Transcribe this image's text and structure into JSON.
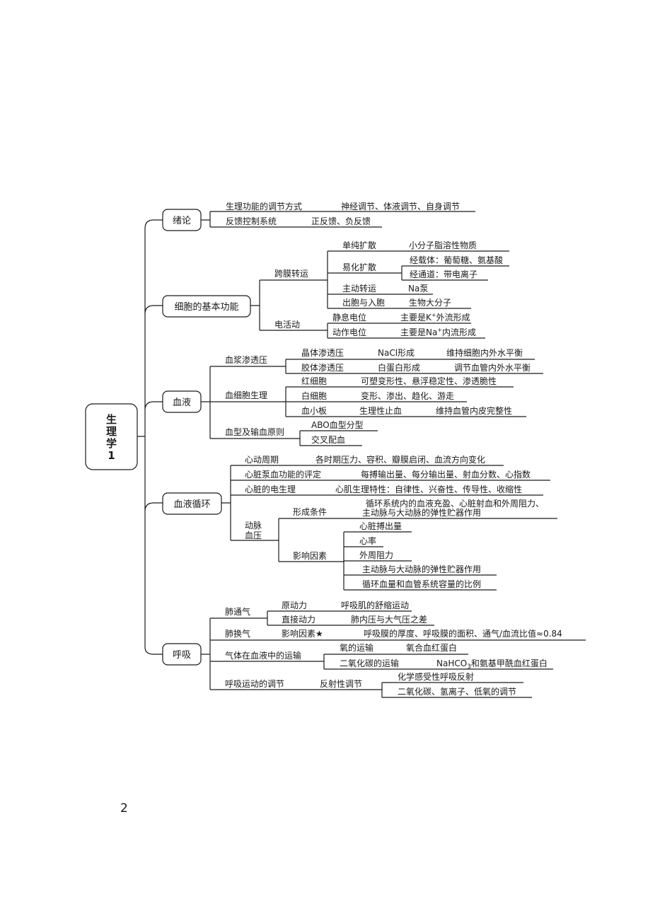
{
  "root": [
    "生",
    "理",
    "学",
    "1"
  ],
  "sections": {
    "intro": {
      "label": "绪论",
      "regulation": "生理功能的调节方式",
      "regulation_detail": "神经调节、体液调节、自身调节",
      "feedback": "反馈控制系统",
      "feedback_detail": "正反馈、负反馈"
    },
    "cell": {
      "label": "细胞的基本功能",
      "transport": "跨膜转运",
      "simple_diffusion": "单纯扩散",
      "simple_diffusion_detail": "小分子脂溶性物质",
      "facilitated_diffusion": "易化扩散",
      "carrier": "经载体：葡萄糖、氨基酸",
      "channel": "经通道：带电离子",
      "active_transport": "主动转运",
      "active_transport_detail": "Na泵",
      "exo_endocytosis": "出胞与入胞",
      "exo_endocytosis_detail": "生物大分子",
      "electrical": "电活动",
      "resting_potential": "静息电位",
      "resting_prefix": "主要是K",
      "resting_suffix": "外流形成",
      "action_potential": "动作电位",
      "action_prefix": "主要是Na",
      "action_suffix": "内流形成",
      "plus": "+"
    },
    "blood": {
      "label": "血液",
      "plasma_osmotic": "血浆渗透压",
      "crystal": "晶体渗透压",
      "crystal_source": "NaCl形成",
      "crystal_role": "维持细胞内外水平衡",
      "colloid": "胶体渗透压",
      "colloid_source": "白蛋白形成",
      "colloid_role": "调节血管内外水平衡",
      "cell_physiology": "血细胞生理",
      "rbc": "红细胞",
      "rbc_detail": "可塑变形性、悬浮稳定性、渗透脆性",
      "wbc": "白细胞",
      "wbc_detail": "变形、渗出、趋化、游走",
      "platelet": "血小板",
      "platelet_role": "生理性止血",
      "platelet_detail": "维持血管内皮完整性",
      "typing": "血型及输血原则",
      "abo": "ABO血型分型",
      "crossmatch": "交叉配血"
    },
    "circulation": {
      "label": "血液循环",
      "cardiac_cycle": "心动周期",
      "cardiac_cycle_detail": "各时期压力、容积、瓣膜启闭、血流方向变化",
      "pump_eval": "心脏泵血功能的评定",
      "pump_eval_detail": "每搏输出量、每分输出量、射血分数、心指数",
      "electro": "心脏的电生理",
      "electro_detail": "心肌生理特性：自律性、兴奋性、传导性、收缩性",
      "arterial_bp_line1": "动脉",
      "arterial_bp_line2": "血压",
      "formation": "形成条件",
      "formation_line1": "循环系统内的血液充盈、心脏射血和外周阻力、",
      "formation_line2": "主动脉与大动脉的弹性贮器作用",
      "factors": "影响因素",
      "factor_1": "心脏搏出量",
      "factor_2": "心率",
      "factor_3": "外周阻力",
      "factor_4": "主动脉与大动脉的弹性贮器作用",
      "factor_5": "循环血量和血管系统容量的比例"
    },
    "respiration": {
      "label": "呼吸",
      "ventilation": "肺通气",
      "primary_force": "原动力",
      "primary_force_detail": "呼吸肌的舒缩运动",
      "direct_force": "直接动力",
      "direct_force_detail": "肺内压与大气压之差",
      "exchange": "肺换气",
      "exchange_factor": "影响因素★",
      "exchange_detail": "呼吸膜的厚度、呼吸膜的面积、通气/血流比值≈0.84",
      "transport": "气体在血液中的运输",
      "o2": "氧的运输",
      "o2_detail": "氧合血红蛋白",
      "co2": "二氧化碳的运输",
      "co2_prefix": "NaHCO",
      "co2_sub": "3",
      "co2_suffix": "和氨基甲酰血红蛋白",
      "regulation": "呼吸运动的调节",
      "reflex": "反射性调节",
      "chemo": "化学感受性呼吸反射",
      "chemo_detail": "二氧化碳、氢离子、低氧的调节"
    }
  },
  "page_number": "2"
}
